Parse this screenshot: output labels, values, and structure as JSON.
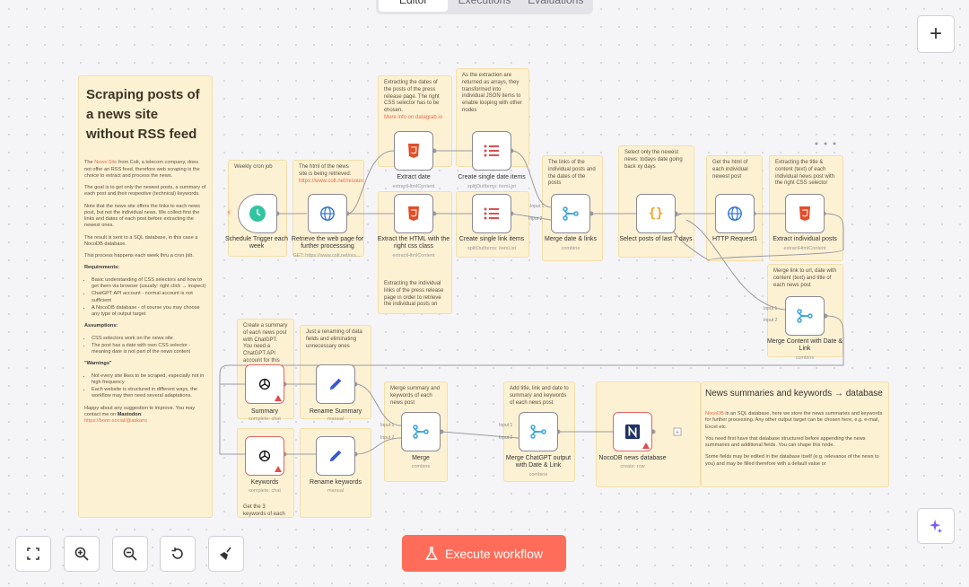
{
  "tabs": [
    "Editor",
    "Executions",
    "Evaluations"
  ],
  "main_sticky": {
    "title": "Scraping posts of a news site without RSS feed",
    "p1a": "The ",
    "p1link": "News Site",
    "p1b": " from Colt, a telecom company, does not offer an RSS feed, therefore web scraping is the choice to extract and process the news.",
    "p2": "The goal is to get only the newest posts, a summary of each post and their respective (technical) keywords.",
    "p3": "Note that the news site offers the links to each news post, but not the individual news. We collect first the links and dates of each post before extracting the newest ones.",
    "p4": "The result is sent to a SQL database, in this case a NocoDB database.",
    "p5": "This process happens each week thru a cron job.",
    "req_title": "Requirements:",
    "req": [
      "Basic understanding of CSS selectors and how to get them via browser (usually: right click → inspect)",
      "ChatGPT API account - normal account is not sufficient",
      "A NocoDB database - of course you may choose any type of output target"
    ],
    "ass_title": "Assumptions:",
    "ass": [
      "CSS selectors work on the news site",
      "The post has a date with own CSS selector - meaning date is not part of the news content"
    ],
    "warn_title": "\"Warnings\"",
    "warn": [
      "Not every site likes to be scraped, especially not in high frequency",
      "Each website is structured in different ways, the workflow may then need several adaptations."
    ],
    "p6": "Happy about any suggestion to improve. You may contact me on ",
    "p6b": "Mastodon",
    "p6c": ": ",
    "p6link": "https://bonn.social/@askans"
  },
  "notes": {
    "weekly": "Weekly cron job",
    "html": "The html of the news site is being retrieved:",
    "html_link": "https://www.colt.net/resources/type/news/",
    "extract_dates": "Extracting the dates of the posts of the press release page. The right CSS selector has to be chosen.",
    "more_info": "More info on datagrab.io",
    "arrays": "As the extraction are returned as arrays, they transformed into individual JSON items to enable looping with other nodes",
    "links_dates": "The links of the individual posts and the dates of the posts",
    "newest": "Select only the newest news: todays date going back xy days",
    "get_html": "Get the html of each individual newest post",
    "extract_title": "Extracting the title & content (text) of each individual news post with the right CSS selector",
    "extract_links": "Extracting the individual links of the press release page in order to retrieve the individual posts on",
    "merge_link": "Merge link to url, date with content (text) and title of each news post",
    "summary_note": "Create a summary of each news post with ChatGPT. You need a ChatGPT API account for this",
    "rename_note": "Just a renaming of data fields and eliminating unnecessary ones",
    "merge_summary": "Merge summary and keywords of each news post",
    "add_title": "Add title, link and date to summary and keywords of each news post",
    "keywords_note": "Get the 3 keywords of each",
    "news_title": "News summaries and keywords → database",
    "news_p1link": "NocoDB",
    "news_p1": " is an SQL database, here we store the news summaries and keywords for further processing. Any other output target can be chosen here, e.g. e-mail, Excel etc.",
    "news_p2": "You need first have that database structured before appending the news summaries and additional fields. You can shape this node.",
    "news_p3": "Some fields may be edited in the database itself (e.g. relevance of the news to you) and may be filled therefore with a default value or"
  },
  "nodes": {
    "schedule": {
      "label": "Schedule Trigger each week"
    },
    "retrieve": {
      "label": "Retrieve the web page for further processsing",
      "sub": "GET: https://www.colt.net/res..."
    },
    "extract_date": {
      "label": "Extract date",
      "sub": "extractHtmlContent"
    },
    "create_date_items": {
      "label": "Create single date items",
      "sub": "splitOutItems: itemList"
    },
    "extract_html": {
      "label": "Extract the HTML with the right css class",
      "sub": "extractHtmlContent"
    },
    "create_link_items": {
      "label": "Create single link items",
      "sub": "splitOutItems: itemList"
    },
    "merge_date_links": {
      "label": "Merge date & links",
      "sub": "combine"
    },
    "select_posts": {
      "label": "Select posts of last 7 days"
    },
    "http": {
      "label": "HTTP Request1"
    },
    "extract_posts": {
      "label": "Extract individual posts",
      "sub": "extractHtmlContent"
    },
    "merge_content": {
      "label": "Merge Content with Date & Link",
      "sub": "combine"
    },
    "summary": {
      "label": "Summary",
      "sub": "complete: chat"
    },
    "rename_summary": {
      "label": "Rename Summary",
      "sub": "manual"
    },
    "keywords": {
      "label": "Keywords",
      "sub": "complete: chat"
    },
    "rename_keywords": {
      "label": "Rename keywords",
      "sub": "manual"
    },
    "merge": {
      "label": "Merge",
      "sub": "combine"
    },
    "merge_chatgpt": {
      "label": "Merge ChatGPT output with Date & Link",
      "sub": "combine"
    },
    "nocodb": {
      "label": "NocoDB news database",
      "sub": "create: row"
    }
  },
  "ports": {
    "input1": "Input 1",
    "input2": "Input 2"
  },
  "controls": {
    "execute_label": "Execute workflow",
    "plus": "+"
  },
  "colors": {
    "accent": "#ff6d5a",
    "sticky": "#fdf1d3",
    "error": "#e24c4c"
  }
}
